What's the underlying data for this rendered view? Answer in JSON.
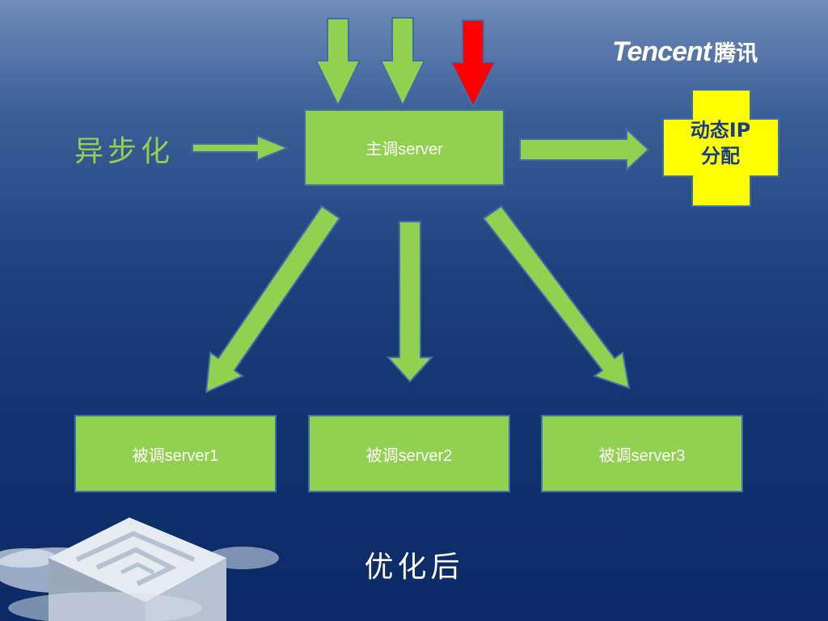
{
  "logo": {
    "text_en": "Tencent",
    "text_cn": "腾讯"
  },
  "diagram": {
    "master_node": "主调server",
    "callee_nodes": [
      "被调server1",
      "被调server2",
      "被调server3"
    ],
    "async_label": "异步化",
    "dynamic_ip_label_line1": "动态IP",
    "dynamic_ip_label_line2": "分配",
    "caption": "优化后"
  },
  "colors": {
    "node_fill": "#92d050",
    "node_border": "#3f6fa8",
    "arrow_green": "#92d050",
    "arrow_red": "#ff0000",
    "cross_fill": "#ffff00",
    "background_top": "#6f8cb8",
    "background_bottom": "#0b2a66"
  }
}
